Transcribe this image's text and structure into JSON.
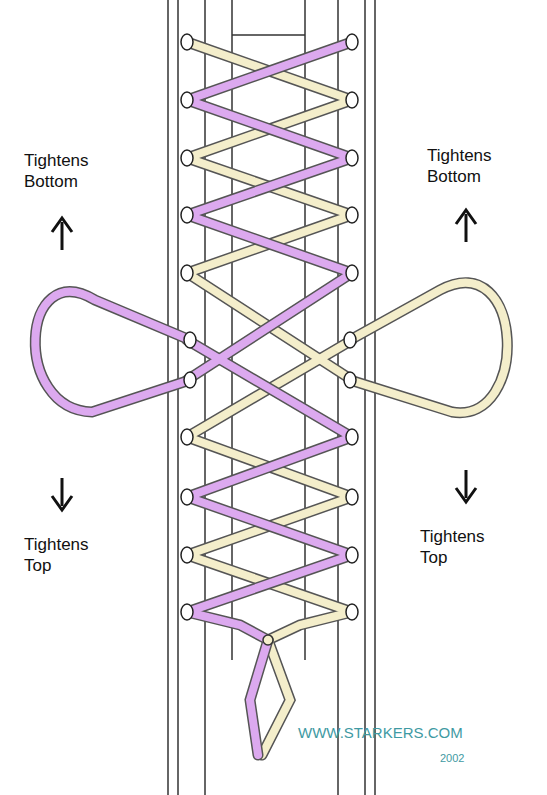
{
  "diagram": {
    "labels": [
      "Tightens Bottom",
      "Tightens Bottom",
      "Tightens Top",
      "Tightens Top",
      "WWW.STARKERS.COM",
      "2002"
    ]
  }
}
